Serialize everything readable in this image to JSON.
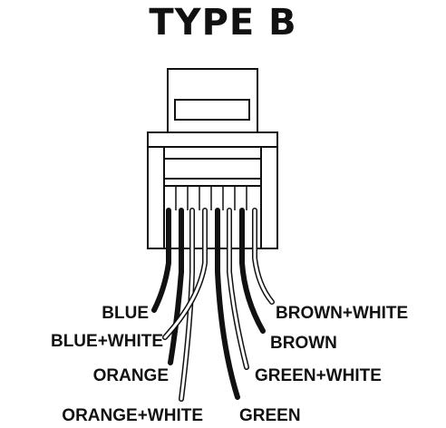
{
  "title": "TYPE B",
  "labels": {
    "blue": "BLUE",
    "blue_white": "BLUE+WHITE",
    "orange": "ORANGE",
    "orange_white": "ORANGE+WHITE",
    "brown_white": "BROWN+WHITE",
    "brown": "BROWN",
    "green_white": "GREEN+WHITE",
    "green": "GREEN"
  },
  "colors": {
    "line": "#111111",
    "background": "#ffffff"
  }
}
